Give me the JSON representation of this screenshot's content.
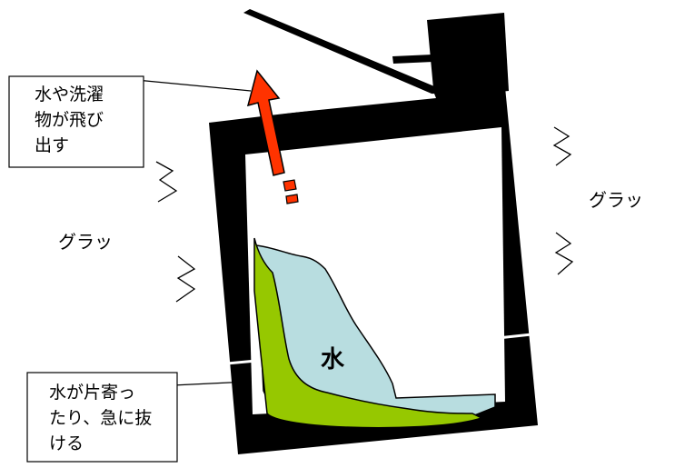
{
  "callouts": {
    "top": {
      "lines": [
        "水や洗濯",
        "物が飛び",
        "出す"
      ]
    },
    "bottom": {
      "lines": [
        "水が片寄っ",
        "たり、急に抜",
        "ける"
      ]
    }
  },
  "labels": {
    "shake_left": "グラッ",
    "shake_right": "グラッ",
    "water": "水"
  },
  "colors": {
    "machine_body": "#000000",
    "water": "#b8dde0",
    "laundry": "#96c800",
    "arrow": "#ff3300"
  }
}
